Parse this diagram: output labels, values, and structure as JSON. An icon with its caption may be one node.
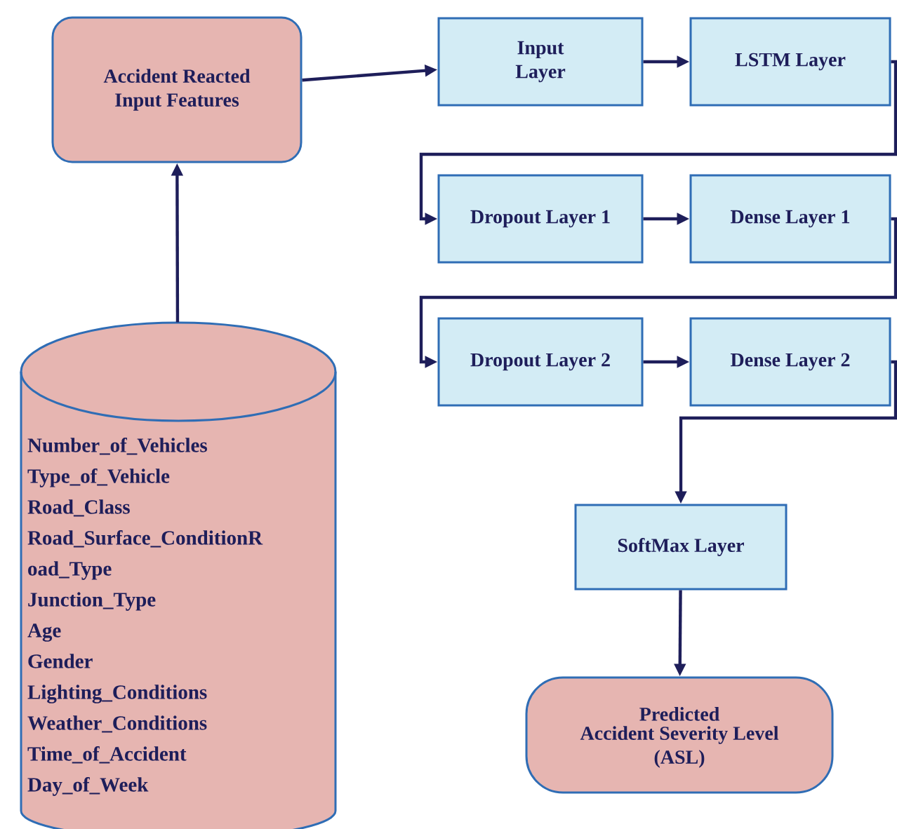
{
  "diagram": {
    "nodes": [
      {
        "text": [
          "Number_of_Vehicles",
          "Type_of_Vehicle",
          "Road_Class",
          "Road_Surface_ConditionR",
          "oad_Type",
          "Junction_Type",
          "Age",
          "Gender",
          "Lighting_Conditions",
          "Weather_Conditions",
          "Time_of_Accident",
          "Day_of_Week"
        ]
      },
      {
        "text": [
          "Accident Reacted Input Features"
        ]
      },
      {
        "text": [
          "Input Layer"
        ]
      },
      {
        "text": [
          "LSTM Layer"
        ]
      },
      {
        "text": [
          "Dropout Layer 1"
        ]
      },
      {
        "text": [
          "Dense Layer 1"
        ]
      },
      {
        "text": [
          "Dropout Layer 2"
        ]
      },
      {
        "text": [
          "Dense Layer 2"
        ]
      },
      {
        "text": [
          "SoftMax Layer"
        ]
      },
      {
        "text": [
          "Predicted",
          "Accident Severity Level (ASL)"
        ]
      }
    ],
    "edges": [
      {
        "from": 0,
        "to": 1,
        "arrow": "to"
      },
      {
        "from": 1,
        "to": 2,
        "arrow": "to"
      },
      {
        "from": 2,
        "to": 3,
        "arrow": "to"
      },
      {
        "from": 3,
        "to": 4,
        "arrow": "to"
      },
      {
        "from": 4,
        "to": 5,
        "arrow": "to"
      },
      {
        "from": 5,
        "to": 6,
        "arrow": "to"
      },
      {
        "from": 6,
        "to": 7,
        "arrow": "to"
      },
      {
        "from": 7,
        "to": 8,
        "arrow": "to"
      },
      {
        "from": 8,
        "to": 9,
        "arrow": "to"
      }
    ]
  }
}
